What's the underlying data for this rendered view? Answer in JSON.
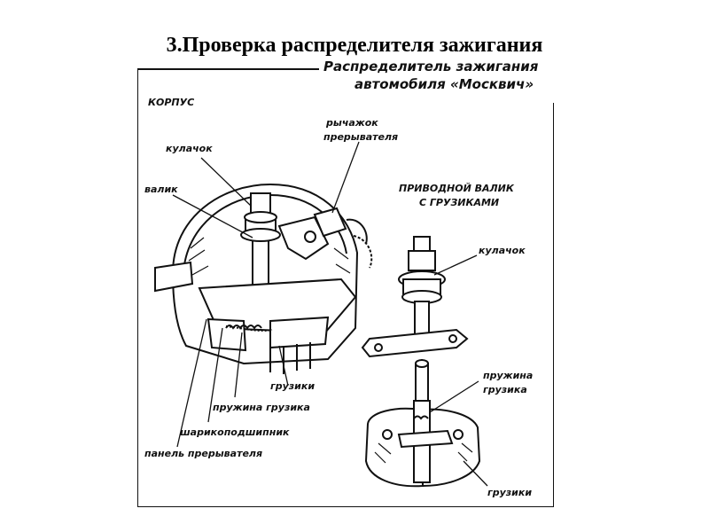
{
  "slide": {
    "title": "3.Проверка распределителя зажигания"
  },
  "figure": {
    "caption_line1": "Распределитель зажигания",
    "caption_line2": "автомобиля «Москвич»",
    "labels": {
      "korpus": "КОРПУС",
      "kulachok_left": "кулачок",
      "valik": "валик",
      "rychazhok_1": "рычажок",
      "rychazhok_2": "прерывателя",
      "privodnoy_1": "ПРИВОДНОЙ ВАЛИК",
      "privodnoy_2": "С ГРУЗИКАМИ",
      "kulachok_right": "кулачок",
      "pruzhina_right_1": "пружина",
      "pruzhina_right_2": "грузика",
      "gruziki_right": "грузики",
      "gruziki_left": "грузики",
      "pruzhina_left": "пружина грузика",
      "sharikopodshipnik": "шарикоподшипник",
      "panel": "панель прерывателя"
    }
  }
}
